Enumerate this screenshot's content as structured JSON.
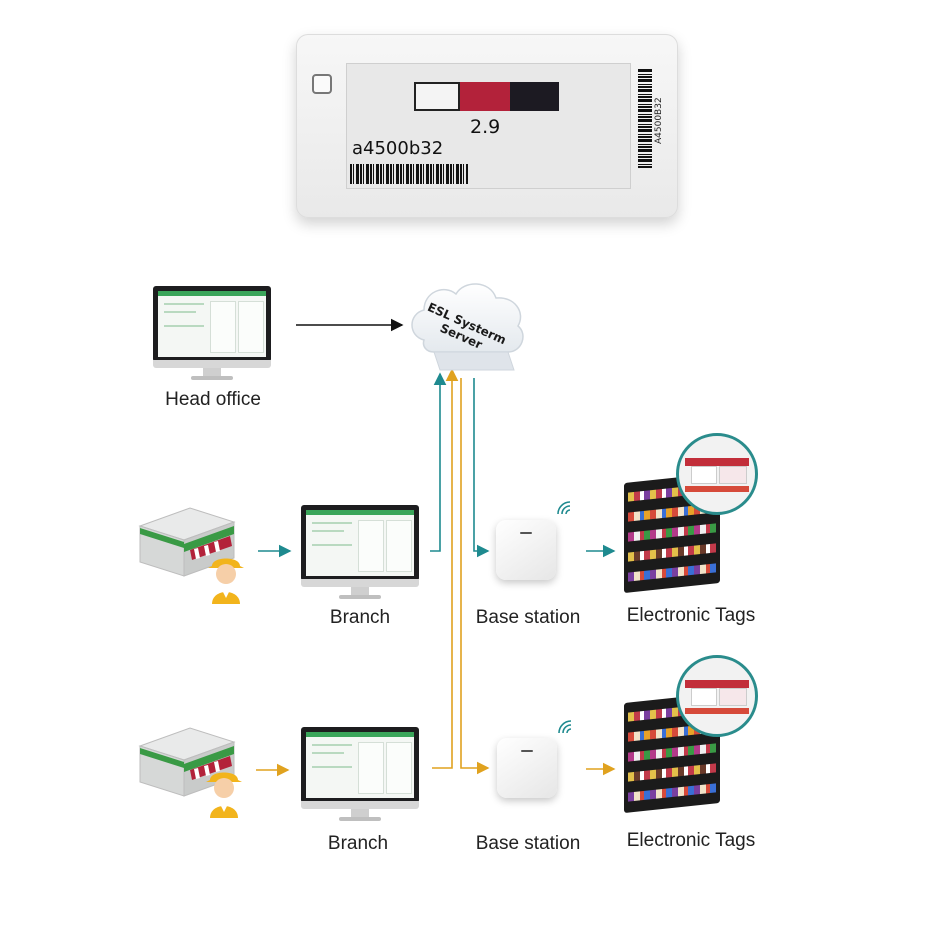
{
  "esl_tag": {
    "price": "2.9",
    "tag_id": "a4500b32",
    "barcode_text": "A4500B32",
    "colors": {
      "white": "#f4f4f4",
      "red": "#b3223a",
      "black": "#1c1a22"
    }
  },
  "nodes": {
    "server": "ESL Systerm Server",
    "head_office": "Head office",
    "branch_1": "Branch",
    "branch_2": "Branch",
    "base_station_1": "Base station",
    "base_station_2": "Base station",
    "tags_1": "Electronic Tags",
    "tags_2": "Electronic Tags"
  },
  "colors": {
    "head_office_link": "#111111",
    "branch_1_link": "#1e8a8f",
    "branch_2_link": "#e0a21f",
    "screen_accent": "#3aa55a",
    "zoom_ring": "#2a8c8c"
  },
  "icons": [
    "monitor-icon",
    "store-icon",
    "person-icon",
    "cloud-icon",
    "base-station-icon",
    "wifi-icon",
    "shelf-icon",
    "zoom-tag-icon",
    "barcode-icon"
  ]
}
